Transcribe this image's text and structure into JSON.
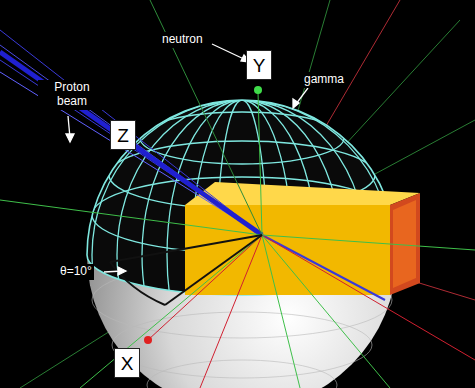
{
  "diagram": {
    "nodes": [
      {
        "text": [
          "Y"
        ]
      },
      {
        "text": [
          "Z"
        ]
      },
      {
        "text": [
          "X"
        ]
      }
    ],
    "labels": [
      "Proton beam",
      "neutron",
      "gamma",
      "θ=10°"
    ]
  }
}
